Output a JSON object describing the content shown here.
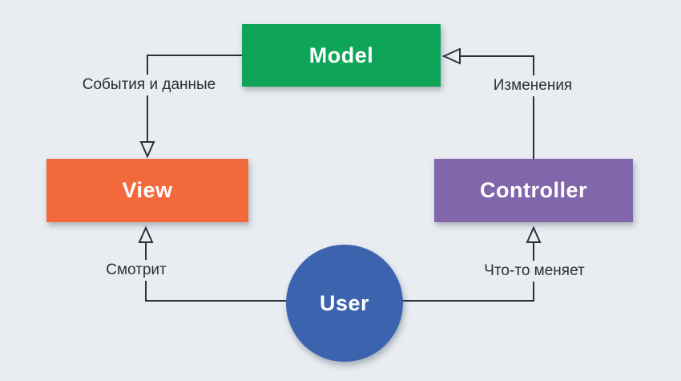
{
  "diagram": {
    "background_color": "#E9EDF2",
    "line_color": "#25333B",
    "edge_label_text_color": "#2F2F2F",
    "node_text_color": "#FFFFFF",
    "nodes": [
      {
        "id": "model",
        "label": "Model",
        "shape": "box",
        "color": "#0EA558"
      },
      {
        "id": "view",
        "label": "View",
        "shape": "box",
        "color": "#F3693E"
      },
      {
        "id": "controller",
        "label": "Controller",
        "shape": "box",
        "color": "#8166AB"
      },
      {
        "id": "user",
        "label": "User",
        "shape": "circle",
        "color": "#3C64AE"
      }
    ],
    "edges": [
      {
        "from": "model",
        "to": "view",
        "label": "События и данные"
      },
      {
        "from": "controller",
        "to": "model",
        "label": "Изменения"
      },
      {
        "from": "user",
        "to": "view",
        "label": "Смотрит"
      },
      {
        "from": "user",
        "to": "controller",
        "label": "Что-то меняет"
      }
    ]
  }
}
